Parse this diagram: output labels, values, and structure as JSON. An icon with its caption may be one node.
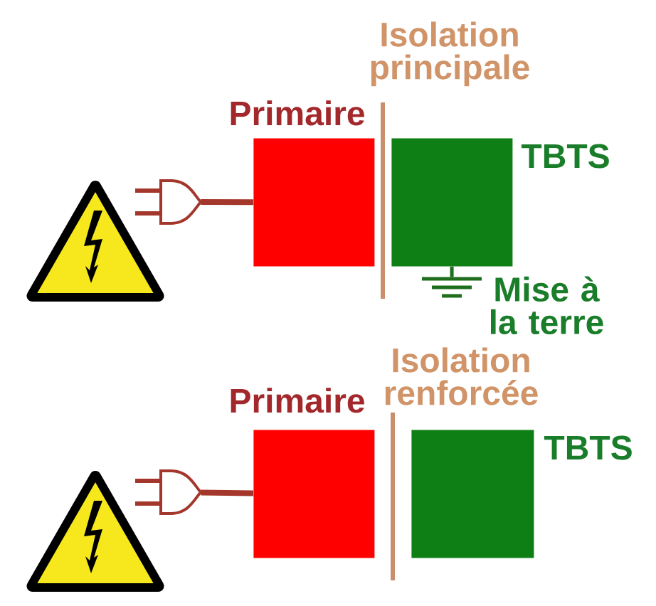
{
  "diagram": {
    "nodes": [
      {
        "text": [],
        "shape": "plug"
      },
      {
        "text": [
          "Primaire"
        ]
      },
      {
        "text": [
          "TBTS"
        ]
      },
      {
        "text": [
          "Mise à la terre"
        ]
      },
      {
        "text": [],
        "shape": "plug"
      },
      {
        "text": [
          "Primaire"
        ]
      },
      {
        "text": [
          "TBTS"
        ]
      }
    ],
    "edges": [
      {
        "from": 0,
        "to": 1,
        "arrow": "none"
      },
      {
        "from": 2,
        "to": 3,
        "arrow": "none",
        "color": "#1e6e1e"
      },
      {
        "from": 4,
        "to": 5,
        "arrow": "none"
      }
    ],
    "labels": [
      "Isolation principale",
      "Isolation renforcée"
    ]
  }
}
